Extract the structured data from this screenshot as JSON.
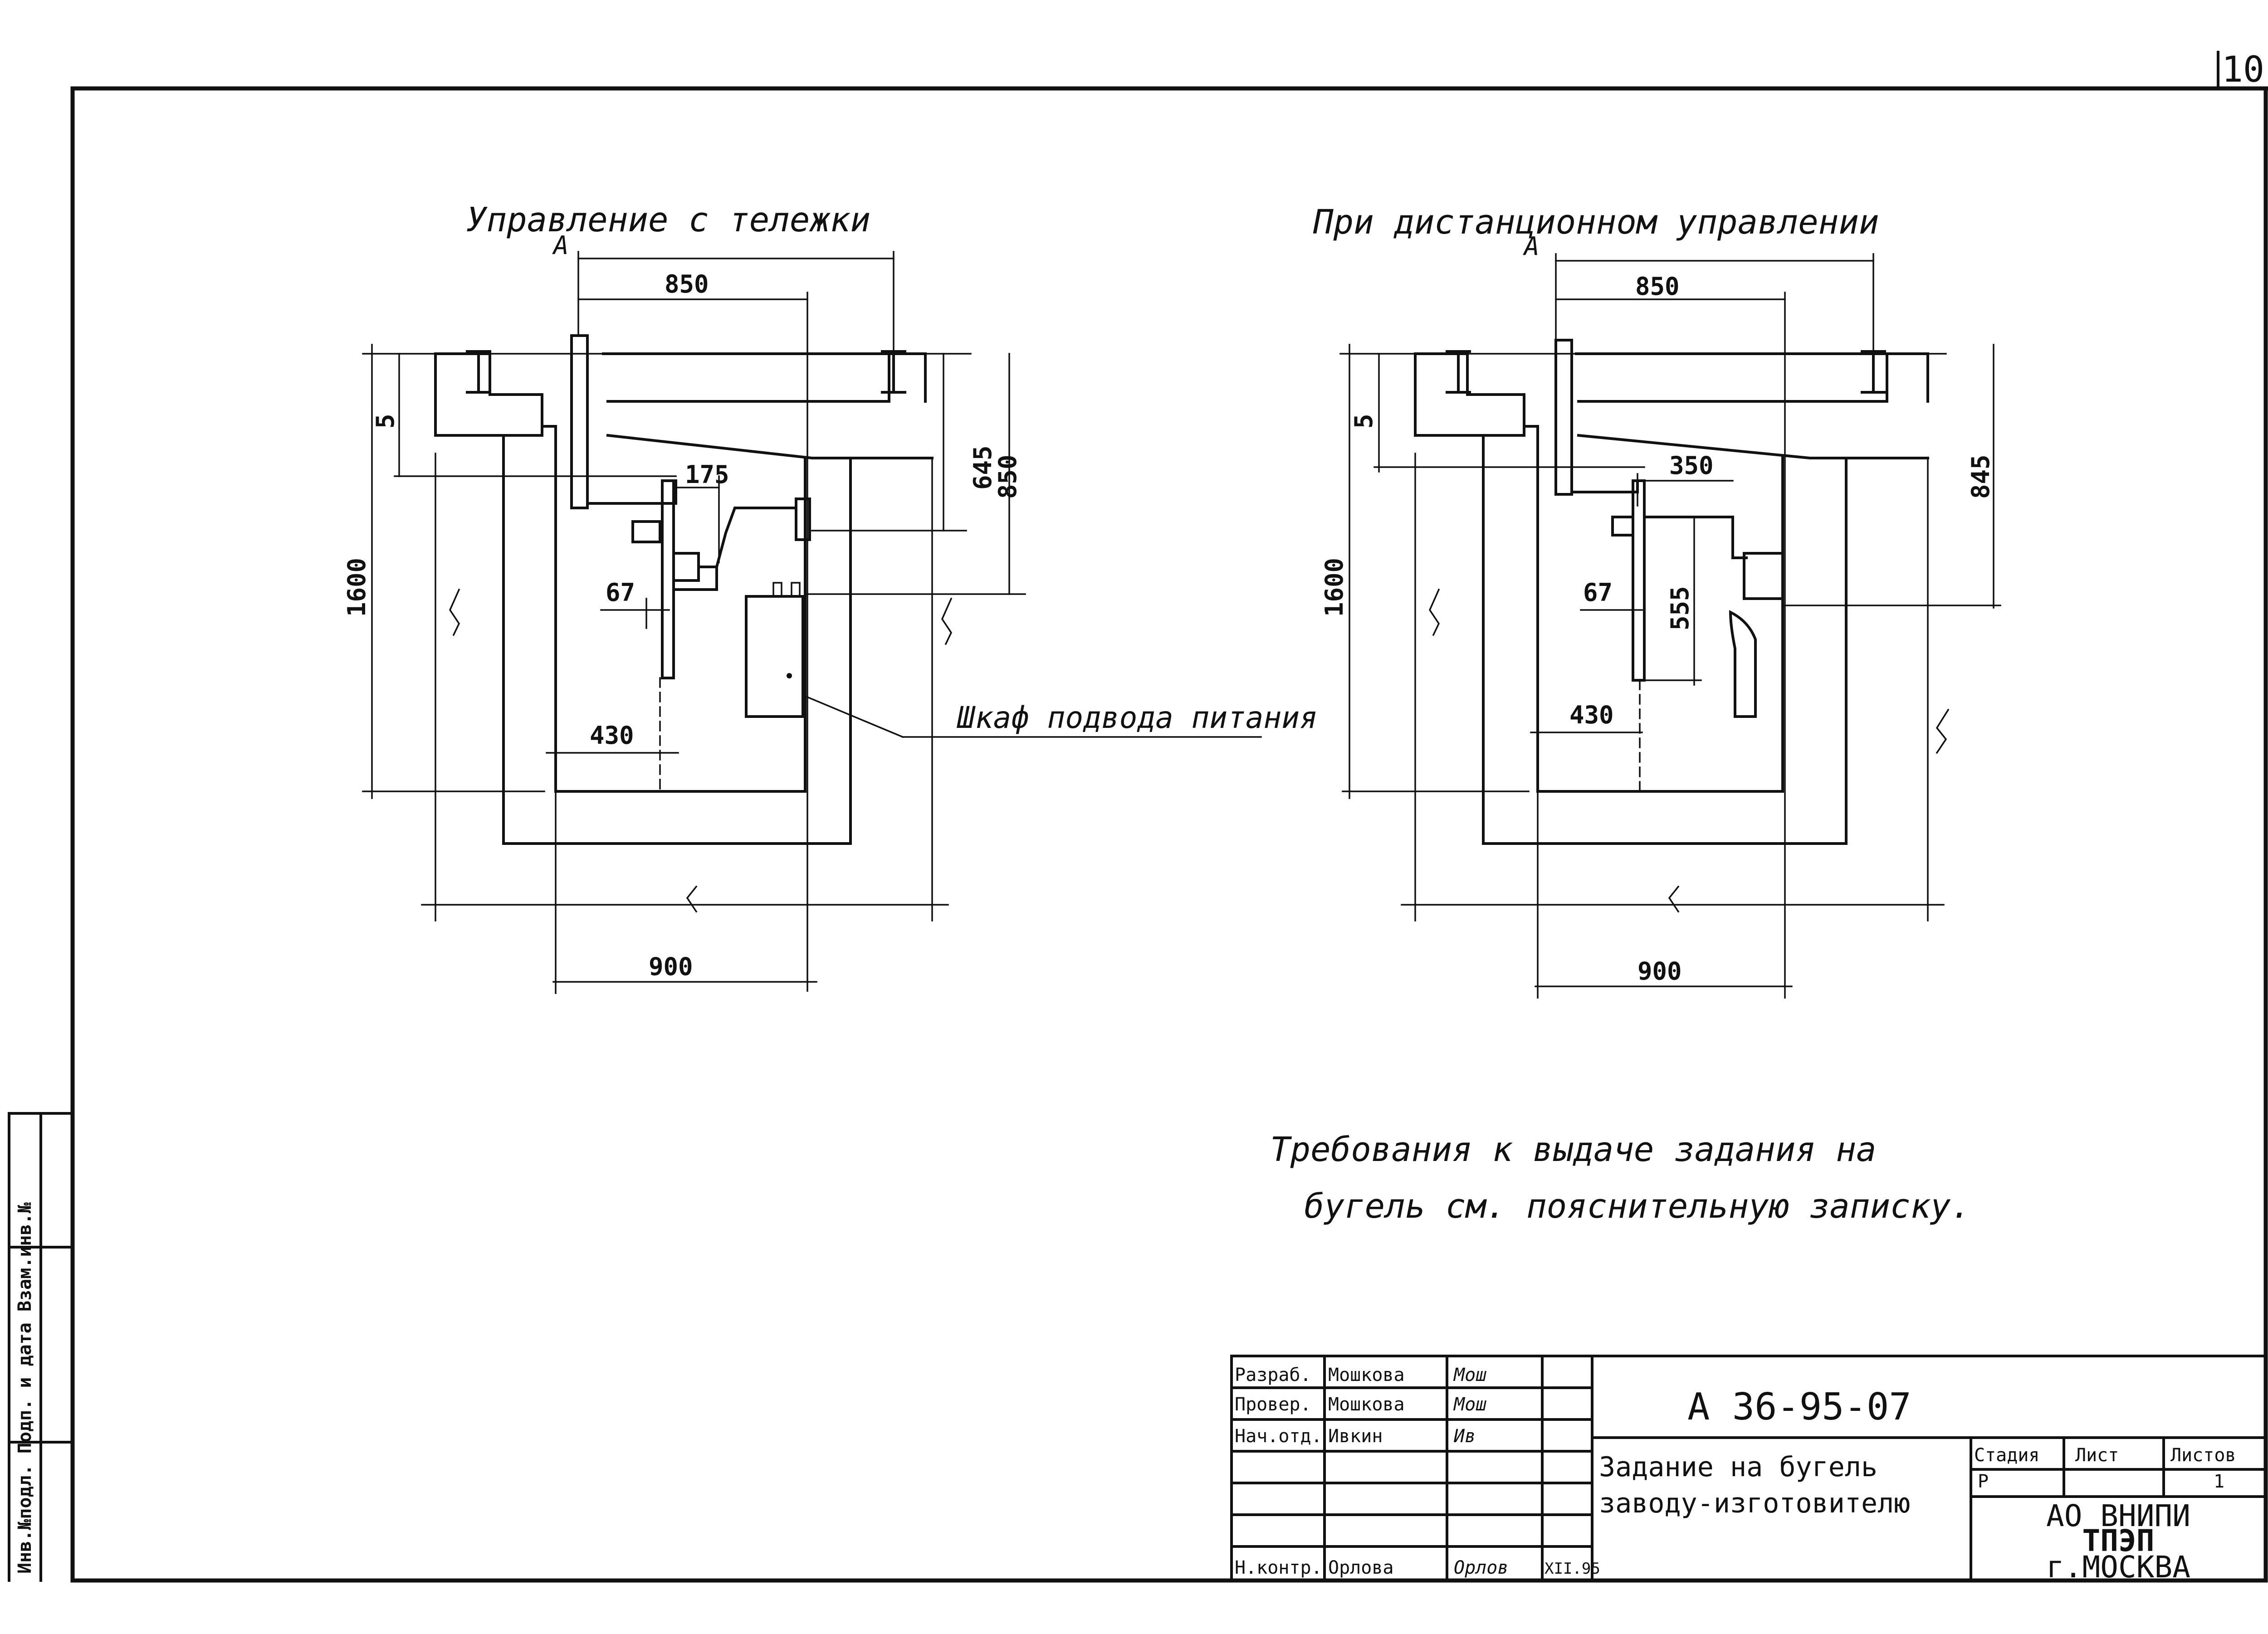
{
  "sheet_number": "10",
  "view_left": {
    "title": "Управление с тележки",
    "section_mark": "А",
    "dims": {
      "top_width": "850",
      "bottom_width": "900",
      "height_total": "1600",
      "short": "5",
      "inner_offset": "430",
      "bracket": "175",
      "post": "67",
      "right_a": "645",
      "right_b": "850"
    },
    "callout": "Шкаф подвода питания"
  },
  "view_right": {
    "title": "При дистанционном управлении",
    "section_mark": "А",
    "dims": {
      "top_width": "850",
      "bottom_width": "900",
      "height_total": "1600",
      "short": "5",
      "inner_offset": "430",
      "bracket": "350",
      "post": "67",
      "drop": "555",
      "right_a": "845"
    }
  },
  "note": {
    "line1": "Требования к выдаче задания на",
    "line2": "бугель см. пояснительную записку."
  },
  "side_stamp": "Инв.№подл. Подп. и дата Взам.инв.№",
  "title_block": {
    "rows": [
      {
        "role": "Разраб.",
        "name": "Мошкова",
        "signature": "Мош",
        "date": ""
      },
      {
        "role": "Провер.",
        "name": "Мошкова",
        "signature": "Мош",
        "date": ""
      },
      {
        "role": "Нач.отд.",
        "name": "Ивкин",
        "signature": "Ив",
        "date": ""
      },
      {
        "role": "",
        "name": "",
        "signature": "",
        "date": ""
      },
      {
        "role": "",
        "name": "",
        "signature": "",
        "date": ""
      },
      {
        "role": "",
        "name": "",
        "signature": "",
        "date": ""
      },
      {
        "role": "Н.контр.",
        "name": "Орлова",
        "signature": "Орлов",
        "date": "XII.95"
      }
    ],
    "doc_code": "А 36-95-07",
    "doc_name_line1": "Задание на бугель",
    "doc_name_line2": "заводу-изготовителю",
    "headers": {
      "stage": "Стадия",
      "sheet": "Лист",
      "sheets": "Листов"
    },
    "values": {
      "stage": "Р",
      "sheet": "",
      "sheets": "1"
    },
    "org_line1": "АО ВНИПИ",
    "org_line2": "ТПЭП",
    "org_line3": "г.МОСКВА"
  }
}
